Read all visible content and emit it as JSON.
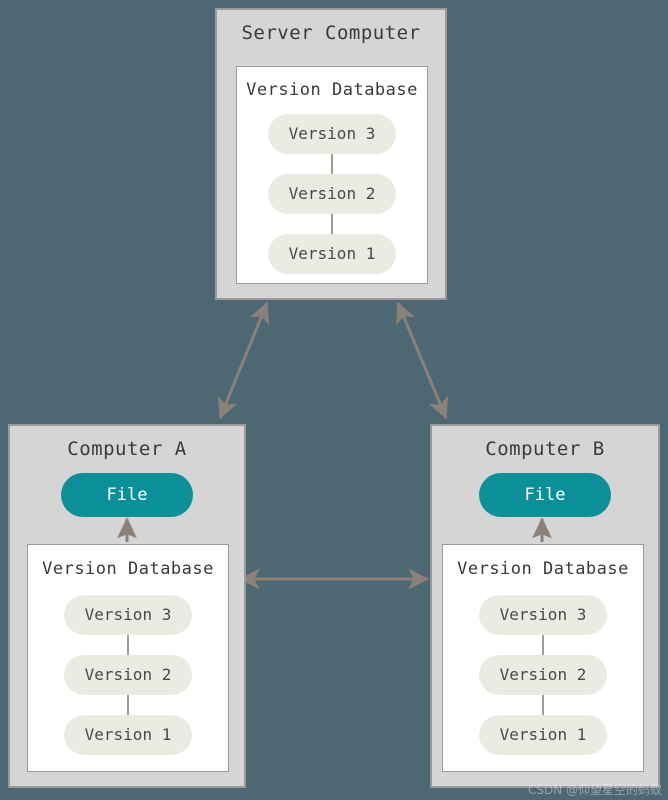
{
  "background_color": "#4d6872",
  "palette": {
    "machine_fill": "#d5d5d5",
    "machine_border": "#9a9a9a",
    "panel_fill": "#ffffff",
    "version_pill": "#ecebe3",
    "file_pill": "#0b9099",
    "arrow": "#8b8178",
    "text": "#3a3a38"
  },
  "server": {
    "title": "Server Computer",
    "database": {
      "title": "Version Database",
      "versions": [
        {
          "label": "Version 3"
        },
        {
          "label": "Version 2"
        },
        {
          "label": "Version 1"
        }
      ]
    }
  },
  "computer_a": {
    "title": "Computer A",
    "file_label": "File",
    "database": {
      "title": "Version Database",
      "versions": [
        {
          "label": "Version 3"
        },
        {
          "label": "Version 2"
        },
        {
          "label": "Version 1"
        }
      ]
    }
  },
  "computer_b": {
    "title": "Computer B",
    "file_label": "File",
    "database": {
      "title": "Version Database",
      "versions": [
        {
          "label": "Version 3"
        },
        {
          "label": "Version 2"
        },
        {
          "label": "Version 1"
        }
      ]
    }
  },
  "connections": [
    {
      "name": "server-to-computer-a",
      "style": "double-headed"
    },
    {
      "name": "server-to-computer-b",
      "style": "double-headed"
    },
    {
      "name": "computer-a-to-computer-b",
      "style": "double-headed"
    },
    {
      "name": "computer-a-db-to-file",
      "style": "single-headed-up"
    },
    {
      "name": "computer-b-db-to-file",
      "style": "single-headed-up"
    }
  ],
  "watermark": {
    "text": "CSDN @仰望星空的蚂蚁"
  }
}
